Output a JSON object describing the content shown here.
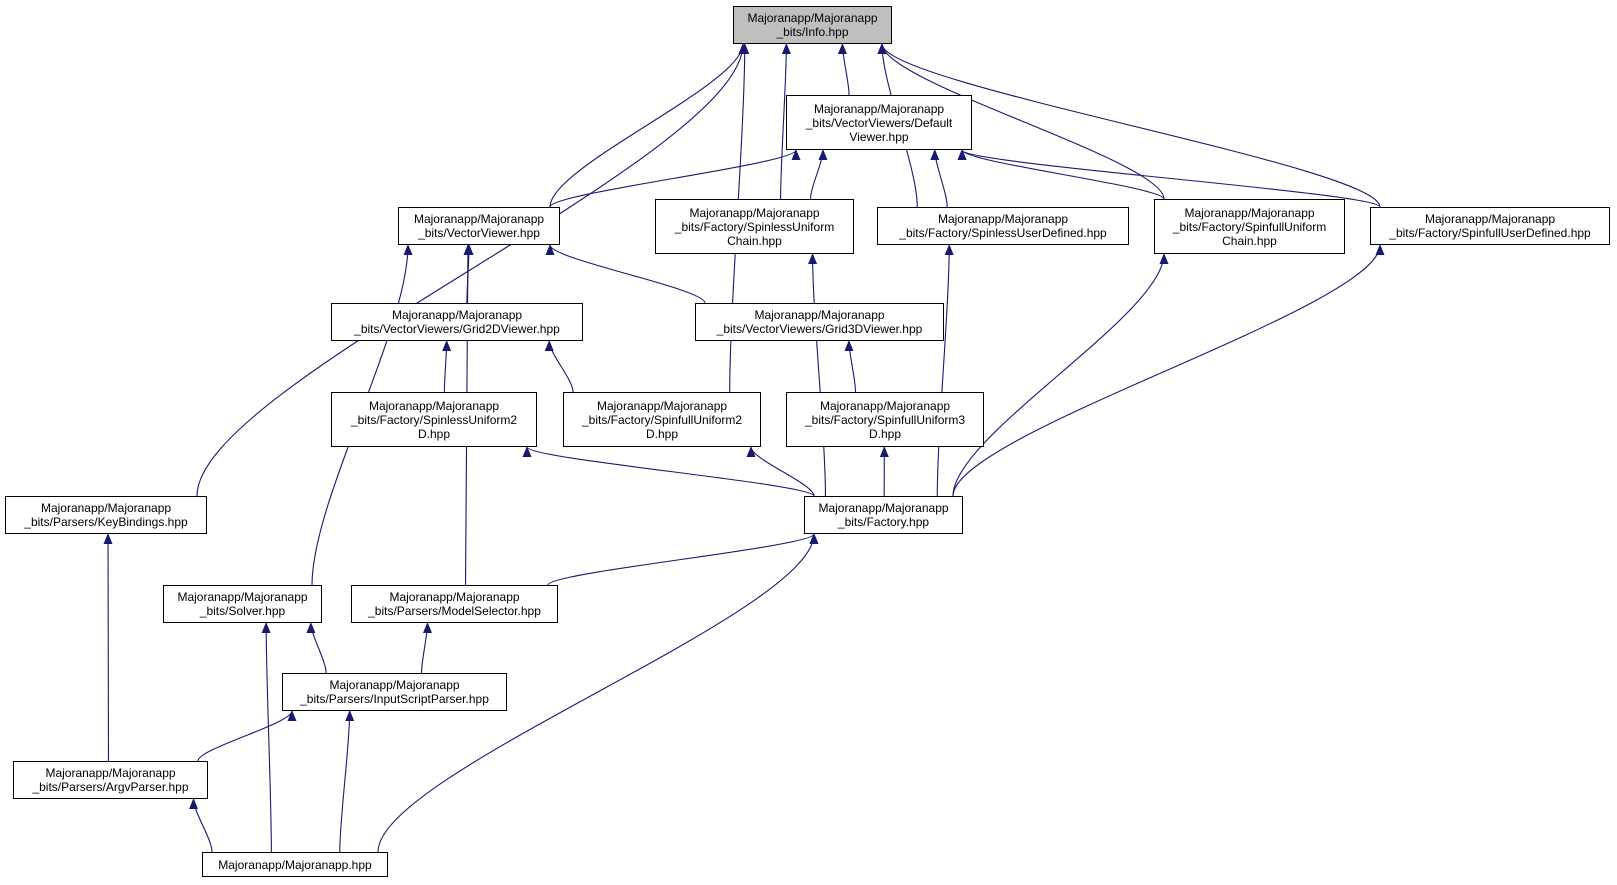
{
  "graph": {
    "edge_color": "#191970",
    "root_fill": "#bfbfbf",
    "nodes": [
      {
        "id": "info",
        "lines": [
          "Majoranapp/Majoranapp",
          "_bits/Info.hpp"
        ],
        "root": true
      },
      {
        "id": "defaultviewer",
        "lines": [
          "Majoranapp/Majoranapp",
          "_bits/VectorViewers/Default",
          "Viewer.hpp"
        ]
      },
      {
        "id": "vectorviewer",
        "lines": [
          "Majoranapp/Majoranapp",
          "_bits/VectorViewer.hpp"
        ]
      },
      {
        "id": "spinlesschain",
        "lines": [
          "Majoranapp/Majoranapp",
          "_bits/Factory/SpinlessUniform",
          "Chain.hpp"
        ]
      },
      {
        "id": "spinlessuser",
        "lines": [
          "Majoranapp/Majoranapp",
          "_bits/Factory/SpinlessUserDefined.hpp"
        ]
      },
      {
        "id": "spinfullchain",
        "lines": [
          "Majoranapp/Majoranapp",
          "_bits/Factory/SpinfullUniform",
          "Chain.hpp"
        ]
      },
      {
        "id": "spinfulluser",
        "lines": [
          "Majoranapp/Majoranapp",
          "_bits/Factory/SpinfullUserDefined.hpp"
        ]
      },
      {
        "id": "grid2d",
        "lines": [
          "Majoranapp/Majoranapp",
          "_bits/VectorViewers/Grid2DViewer.hpp"
        ]
      },
      {
        "id": "grid3d",
        "lines": [
          "Majoranapp/Majoranapp",
          "_bits/VectorViewers/Grid3DViewer.hpp"
        ]
      },
      {
        "id": "spinless2d",
        "lines": [
          "Majoranapp/Majoranapp",
          "_bits/Factory/SpinlessUniform2",
          "D.hpp"
        ]
      },
      {
        "id": "spinfull2d",
        "lines": [
          "Majoranapp/Majoranapp",
          "_bits/Factory/SpinfullUniform2",
          "D.hpp"
        ]
      },
      {
        "id": "spinfull3d",
        "lines": [
          "Majoranapp/Majoranapp",
          "_bits/Factory/SpinfullUniform3",
          "D.hpp"
        ]
      },
      {
        "id": "keybindings",
        "lines": [
          "Majoranapp/Majoranapp",
          "_bits/Parsers/KeyBindings.hpp"
        ]
      },
      {
        "id": "factory",
        "lines": [
          "Majoranapp/Majoranapp",
          "_bits/Factory.hpp"
        ]
      },
      {
        "id": "solver",
        "lines": [
          "Majoranapp/Majoranapp",
          "_bits/Solver.hpp"
        ]
      },
      {
        "id": "modelselector",
        "lines": [
          "Majoranapp/Majoranapp",
          "_bits/Parsers/ModelSelector.hpp"
        ]
      },
      {
        "id": "inputscript",
        "lines": [
          "Majoranapp/Majoranapp",
          "_bits/Parsers/InputScriptParser.hpp"
        ]
      },
      {
        "id": "argvparser",
        "lines": [
          "Majoranapp/Majoranapp",
          "_bits/Parsers/ArgvParser.hpp"
        ]
      },
      {
        "id": "majoranapp",
        "lines": [
          "Majoranapp/Majoranapp.hpp"
        ]
      }
    ],
    "edges": [
      {
        "from": "keybindings",
        "to": "info"
      },
      {
        "from": "vectorviewer",
        "to": "info"
      },
      {
        "from": "spinfull2d",
        "to": "info"
      },
      {
        "from": "spinlesschain",
        "to": "info"
      },
      {
        "from": "defaultviewer",
        "to": "info"
      },
      {
        "from": "spinlessuser",
        "to": "info"
      },
      {
        "from": "spinfullchain",
        "to": "info"
      },
      {
        "from": "spinfulluser",
        "to": "info"
      },
      {
        "from": "vectorviewer",
        "to": "defaultviewer"
      },
      {
        "from": "spinlesschain",
        "to": "defaultviewer"
      },
      {
        "from": "spinlessuser",
        "to": "defaultviewer"
      },
      {
        "from": "spinfullchain",
        "to": "defaultviewer"
      },
      {
        "from": "spinfulluser",
        "to": "defaultviewer"
      },
      {
        "from": "grid2d",
        "to": "vectorviewer"
      },
      {
        "from": "grid3d",
        "to": "vectorviewer"
      },
      {
        "from": "solver",
        "to": "vectorviewer"
      },
      {
        "from": "modelselector",
        "to": "vectorviewer"
      },
      {
        "from": "spinless2d",
        "to": "grid2d"
      },
      {
        "from": "spinfull2d",
        "to": "grid2d"
      },
      {
        "from": "spinfull3d",
        "to": "grid3d"
      },
      {
        "from": "factory",
        "to": "spinless2d"
      },
      {
        "from": "factory",
        "to": "spinfull2d"
      },
      {
        "from": "factory",
        "to": "spinfull3d"
      },
      {
        "from": "factory",
        "to": "spinlesschain"
      },
      {
        "from": "factory",
        "to": "spinlessuser"
      },
      {
        "from": "factory",
        "to": "spinfullchain"
      },
      {
        "from": "factory",
        "to": "spinfulluser"
      },
      {
        "from": "argvparser",
        "to": "keybindings"
      },
      {
        "from": "modelselector",
        "to": "factory"
      },
      {
        "from": "majoranapp",
        "to": "factory"
      },
      {
        "from": "inputscript",
        "to": "solver"
      },
      {
        "from": "majoranapp",
        "to": "solver"
      },
      {
        "from": "inputscript",
        "to": "modelselector"
      },
      {
        "from": "argvparser",
        "to": "inputscript"
      },
      {
        "from": "majoranapp",
        "to": "inputscript"
      },
      {
        "from": "majoranapp",
        "to": "argvparser"
      }
    ]
  }
}
